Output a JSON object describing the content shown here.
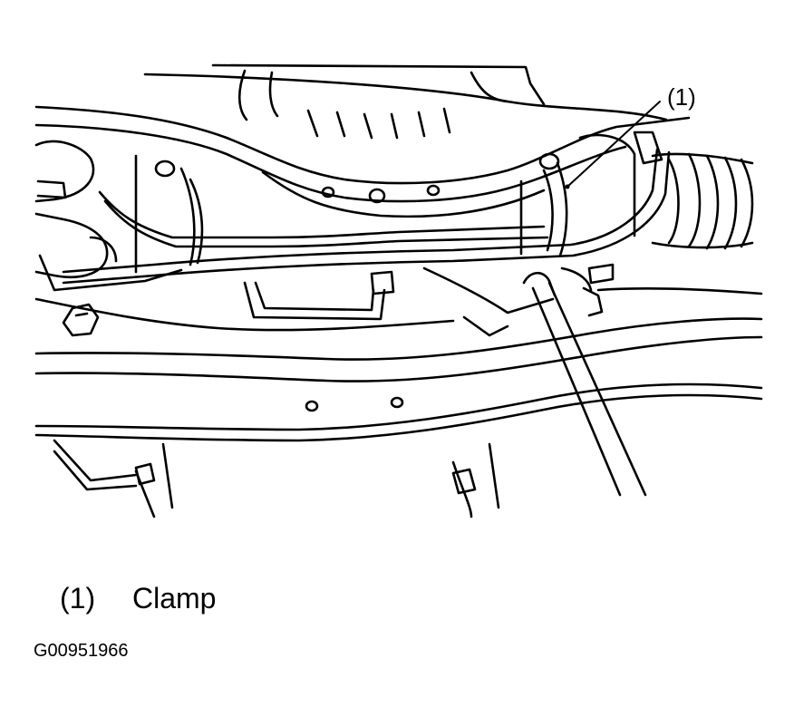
{
  "diagram": {
    "callout": "(1)",
    "legend": {
      "number": "(1)",
      "label": "Clamp"
    },
    "figure_id": "G00951966"
  },
  "icons": {
    "illustration": "steering-gearbox-clamp-line-drawing"
  }
}
